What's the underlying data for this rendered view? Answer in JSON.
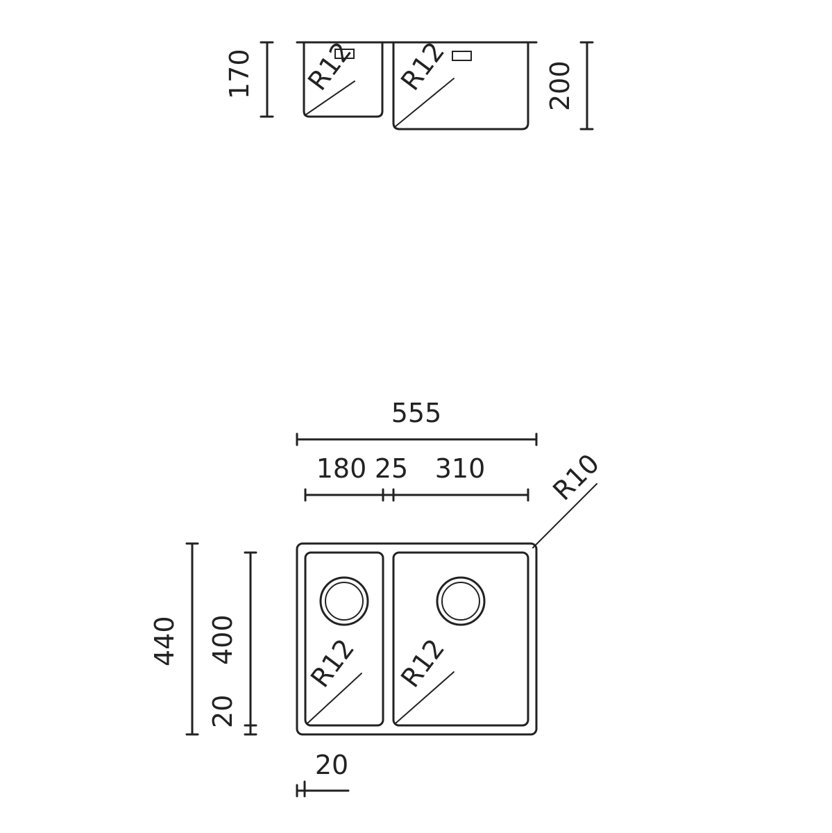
{
  "side_view": {
    "left_depth": "170",
    "right_depth": "200",
    "left_radius": "R12",
    "right_radius": "R12"
  },
  "plan_view": {
    "overall_width": "555",
    "left_bowl_width": "180",
    "divider_width": "25",
    "right_bowl_width": "310",
    "corner_radius": "R10",
    "overall_depth": "440",
    "bowl_depth": "400",
    "bottom_margin": "20",
    "side_margin": "20",
    "left_bowl_radius": "R12",
    "right_bowl_radius": "R12"
  },
  "colors": {
    "line": "#222222",
    "background": "#ffffff"
  }
}
